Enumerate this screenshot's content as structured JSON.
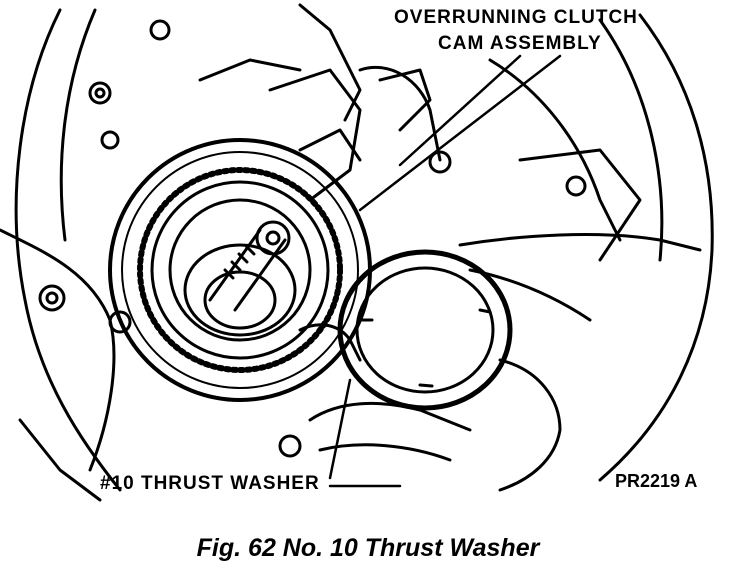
{
  "labels": {
    "clutch_line1": "OVERRUNNING CLUTCH",
    "clutch_line2": "CAM ASSEMBLY",
    "washer": "#10 THRUST WASHER",
    "code": "PR2219 A"
  },
  "caption": "Fig. 62 No. 10 Thrust Washer",
  "colors": {
    "ink": "#000000",
    "paper": "#ffffff"
  }
}
